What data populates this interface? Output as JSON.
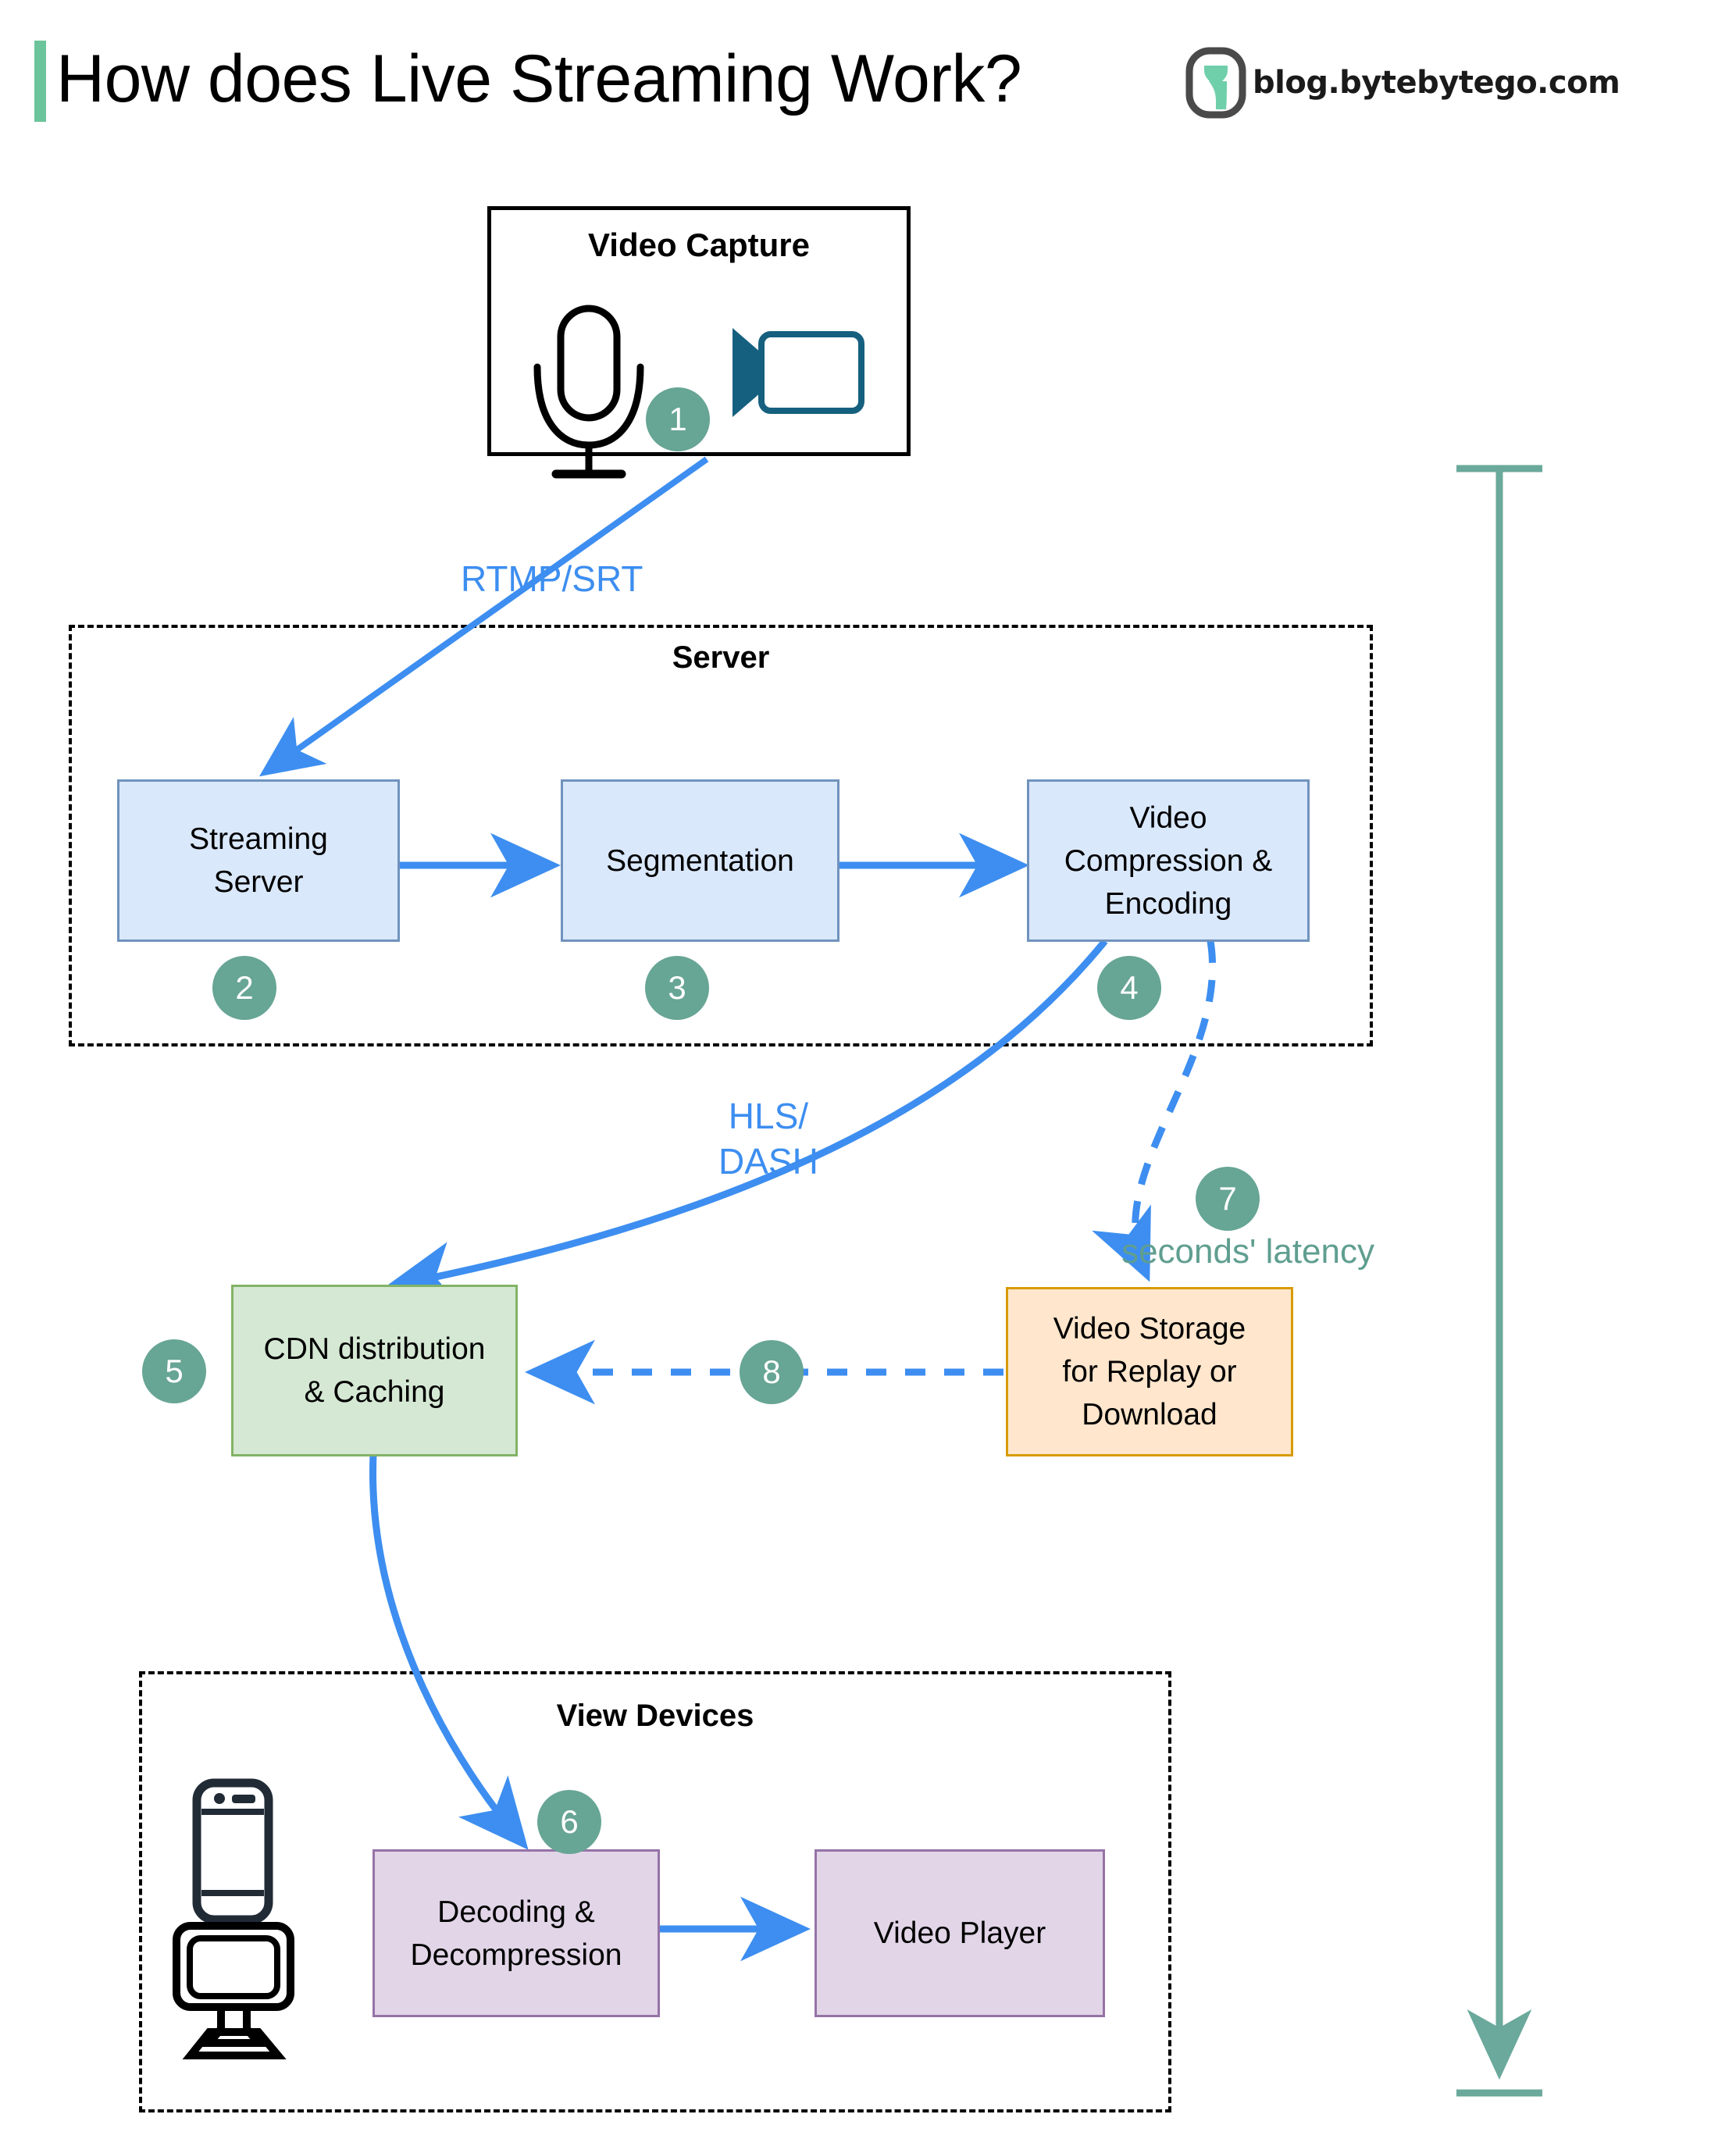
{
  "header": {
    "title": "How does Live Streaming Work?",
    "brand_text": "blog.bytebytego.com",
    "accent_color": "#6cc49a",
    "logo_icon": "bytebytego-leaf-logo"
  },
  "colors": {
    "badge": "#67a595",
    "edge_blue": "#3d8ef0",
    "latency_teal": "#5f9e90",
    "node_blue_fill": "#dae8fc",
    "node_blue_border": "#7093bd",
    "node_green_fill": "#d5e8d4",
    "node_green_border": "#82b366",
    "node_orange_fill": "#ffe6cc",
    "node_orange_border": "#d79b00",
    "node_purple_fill": "#e1d5e7",
    "node_purple_border": "#9673a6"
  },
  "groups": {
    "capture": {
      "title": "Video Capture"
    },
    "server": {
      "title": "Server"
    },
    "view_devices": {
      "title": "View Devices"
    }
  },
  "nodes": {
    "streaming_server": "Streaming\nServer",
    "segmentation": "Segmentation",
    "video_compression": "Video\nCompression &\nEncoding",
    "cdn": "CDN distribution\n& Caching",
    "video_storage": "Video Storage\nfor Replay or\nDownload",
    "decoding": "Decoding &\nDecompression",
    "video_player": "Video Player"
  },
  "badges": {
    "b1": "1",
    "b2": "2",
    "b3": "3",
    "b4": "4",
    "b5": "5",
    "b6": "6",
    "b7": "7",
    "b8": "8"
  },
  "edge_labels": {
    "rtmp_srt": "RTMP/SRT",
    "hls_dash": "HLS/\nDASH"
  },
  "annotations": {
    "latency": "seconds' latency"
  },
  "icons": {
    "microphone": "microphone-icon",
    "video_camera": "video-camera-icon",
    "phone": "smartphone-icon",
    "monitor": "desktop-monitor-icon"
  }
}
